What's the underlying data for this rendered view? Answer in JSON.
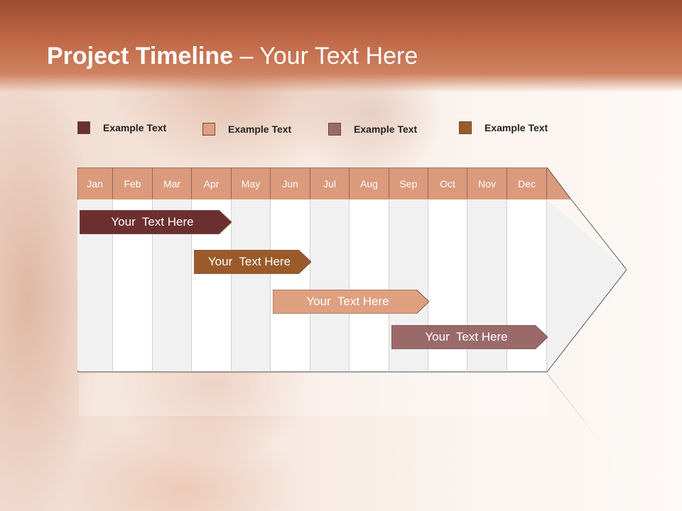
{
  "title": {
    "bold": "Project Timeline",
    "rest": " – Your Text Here"
  },
  "legend": [
    {
      "label": "Example Text",
      "color": "#6b2f2f"
    },
    {
      "label": "Example Text",
      "color": "#dfa080"
    },
    {
      "label": "Example Text",
      "color": "#9a6a6a"
    },
    {
      "label": "Example Text",
      "color": "#9a5a2a"
    }
  ],
  "months": [
    "Jan",
    "Feb",
    "Mar",
    "Apr",
    "May",
    "Jun",
    "Jul",
    "Aug",
    "Sep",
    "Oct",
    "Nov",
    "Dec"
  ],
  "header_color": "#db9a7c",
  "tasks": [
    {
      "label": "Your  Text Here",
      "color": "#6b2f2f",
      "start_month": "Jan",
      "end_month": "Apr"
    },
    {
      "label": "Your  Text Here",
      "color": "#9a5a2a",
      "start_month": "Apr",
      "end_month": "Jun"
    },
    {
      "label": "Your  Text Here",
      "color": "#dfa080",
      "start_month": "Jun",
      "end_month": "Sep"
    },
    {
      "label": "Your  Text Here",
      "color": "#9a6a6a",
      "start_month": "Sep",
      "end_month": "Dec"
    }
  ]
}
